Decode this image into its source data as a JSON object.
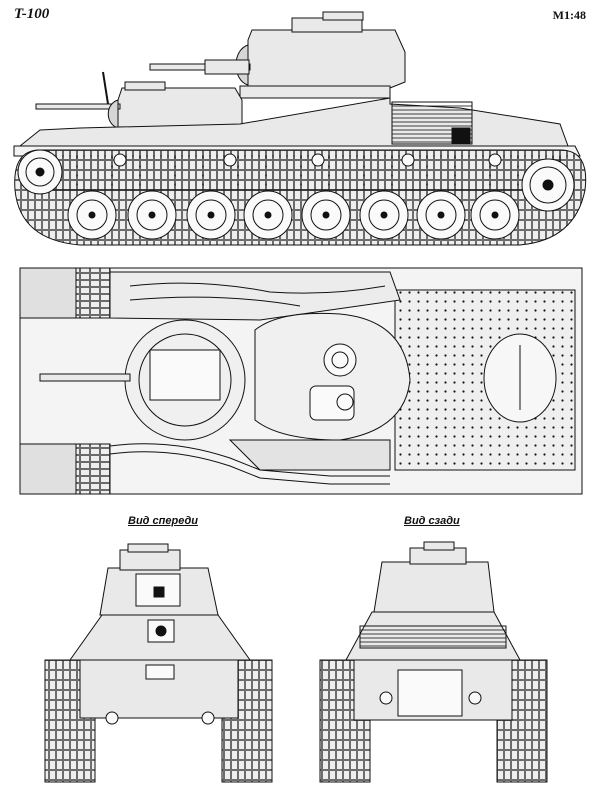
{
  "title": "T-100",
  "scale": "M1:48",
  "views": {
    "front_caption": "Вид спереди",
    "rear_caption": "Вид сзади"
  },
  "colors": {
    "ink": "#111111",
    "hull_fill": "#e9e9e9",
    "shade": "#c8c8c8",
    "background": "#ffffff"
  }
}
